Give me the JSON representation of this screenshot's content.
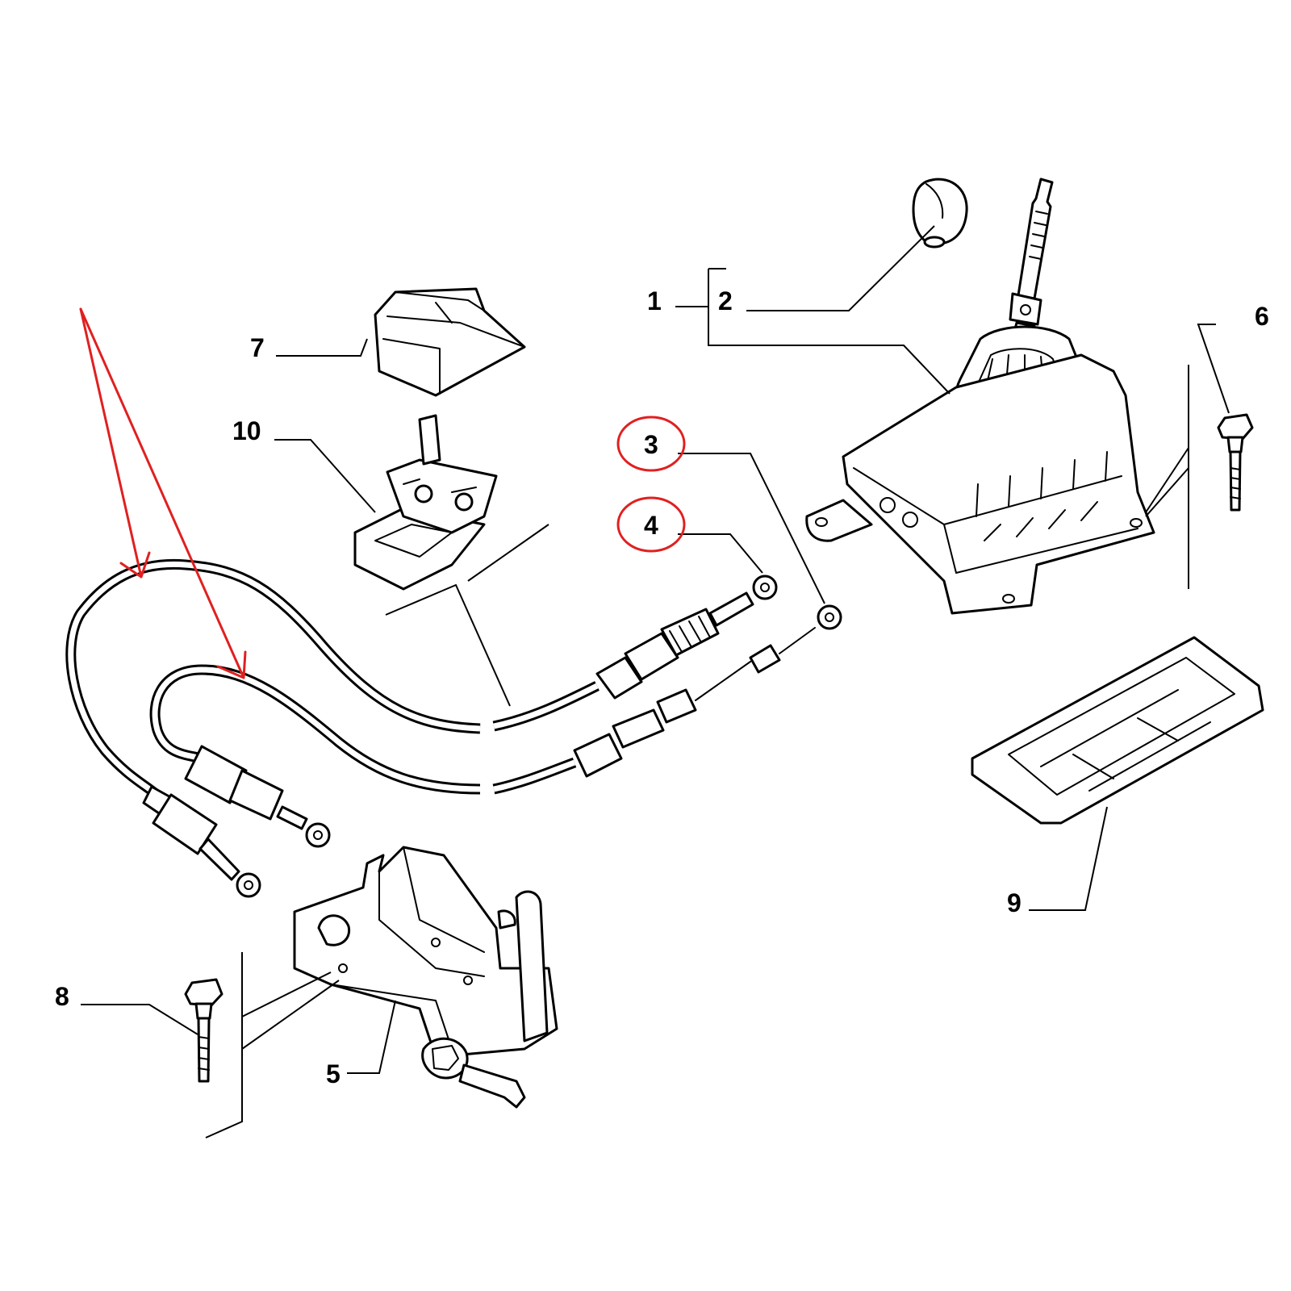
{
  "colors": {
    "line": "#000000",
    "background": "#ffffff",
    "annotation": "#e02020"
  },
  "callouts": {
    "c1": "1",
    "c2": "2",
    "c3": "3",
    "c4": "4",
    "c5": "5",
    "c6": "6",
    "c7": "7",
    "c8": "8",
    "c9": "9",
    "c10": "10"
  },
  "highlighted_callouts": [
    "3",
    "4"
  ],
  "parts": [
    {
      "icon": "gear-lever-housing-icon"
    },
    {
      "icon": "gear-knob-icon"
    },
    {
      "icon": "shift-cable-icon"
    },
    {
      "icon": "select-cable-icon"
    },
    {
      "icon": "cable-bracket-icon"
    },
    {
      "icon": "bolt-icon"
    },
    {
      "icon": "boot-cover-icon"
    },
    {
      "icon": "bolt-icon"
    },
    {
      "icon": "base-plate-icon"
    },
    {
      "icon": "cable-clip-icon"
    }
  ]
}
